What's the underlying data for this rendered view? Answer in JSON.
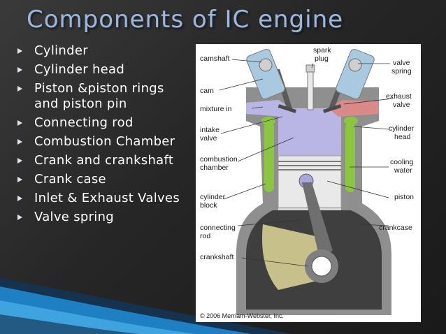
{
  "slide": {
    "title": "Components of IC engine",
    "bullets": [
      "Cylinder",
      "Cylinder head",
      "Piston &piston rings and piston pin",
      "Connecting rod",
      "Combustion Chamber",
      "Crank and crankshaft",
      "Crank case",
      "Inlet & Exhaust Valves",
      "Valve spring"
    ]
  },
  "diagram": {
    "labels": {
      "camshaft_top": "camshaft",
      "spark": "spark",
      "plug": "plug",
      "valve": "valve",
      "spring": "spring",
      "cam": "cam",
      "exhaust": "exhaust",
      "exhaust_valve": "valve",
      "mixture_in": "mixture in",
      "intake": "intake",
      "intake_valve": "valve",
      "cylinder": "cylinder",
      "head": "head",
      "combustion": "combustion",
      "chamber": "chamber",
      "cooling": "cooling",
      "water": "water",
      "cylinder_block_1": "cylinder",
      "cylinder_block_2": "block",
      "piston": "piston",
      "connecting": "connecting",
      "rod": "rod",
      "crankcase": "crankcase",
      "crankshaft_bottom": "crankshaft"
    },
    "copyright": "© 2006 Merriam-Webster, Inc."
  },
  "colors": {
    "background": "#2b2b2b",
    "title": "#9fb6d6",
    "bullet_text": "#ffffff",
    "engine_block": "#8f8f8f",
    "crankcase_interior": "#3f3f3f",
    "cooling_water": "#8cc63f",
    "combustion_chamber": "#b9b6e6",
    "exhaust_gas": "#d98a88",
    "swoosh_accent": "#1e7fc2"
  },
  "icons": [
    "triangle-bullet-icon"
  ]
}
